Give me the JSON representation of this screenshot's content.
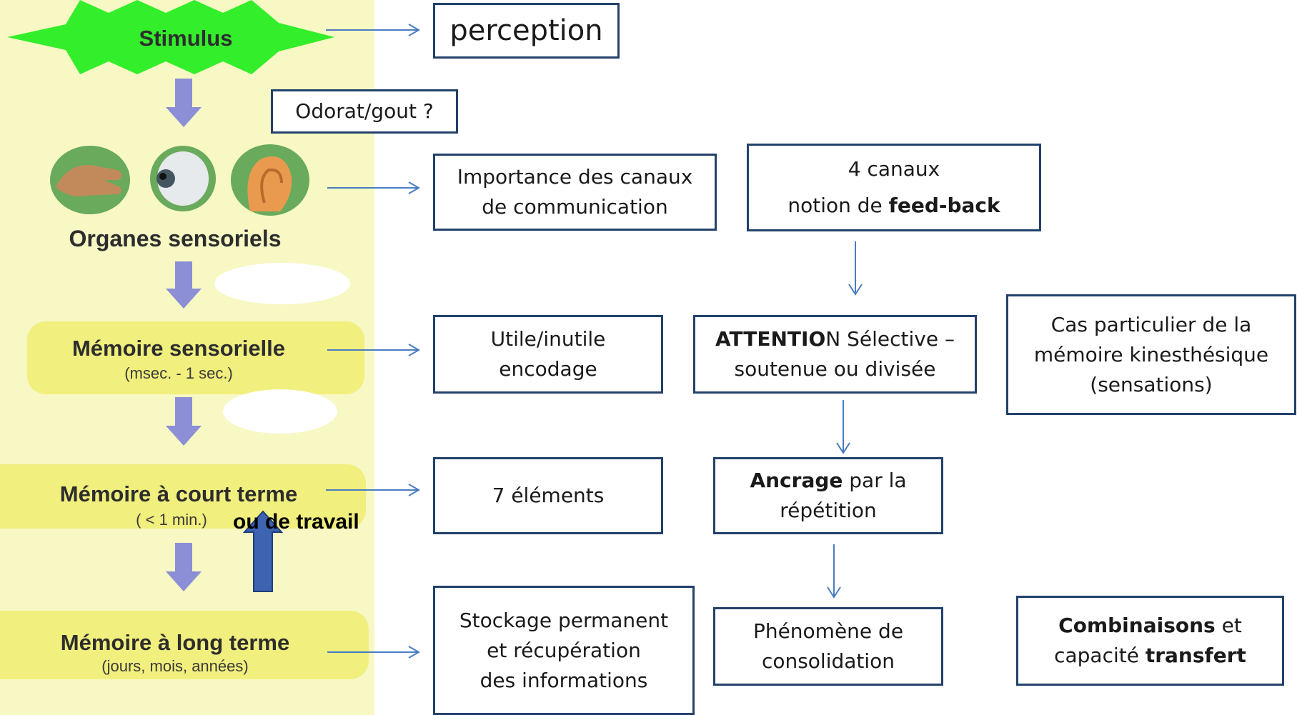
{
  "panel": {
    "stimulus": "Stimulus",
    "organs": "Organes sensoriels",
    "sensory_memory": {
      "title": "Mémoire sensorielle",
      "sub": "(msec. - 1 sec.)"
    },
    "short_term": {
      "title": "Mémoire à court terme",
      "sub": "( < 1 min.)",
      "extra": "ou de travail"
    },
    "long_term": {
      "title": "Mémoire à long terme",
      "sub": "(jours, mois, années)"
    }
  },
  "boxes": {
    "perception": "perception",
    "smell_taste": "Odorat/gout ?",
    "channels_importance": [
      "Importance des canaux",
      "de communication"
    ],
    "four_channels": {
      "line1": "4 canaux",
      "line2_pre": "notion de ",
      "line2_bold": "feed-back"
    },
    "useful": [
      "Utile/inutile",
      "encodage"
    ],
    "attention": {
      "bold": "ATTENTIO",
      "rest": "N Sélective –",
      "line2": "soutenue ou divisée"
    },
    "kinesthetic": [
      "Cas particulier de la",
      "mémoire kinesthésique",
      "(sensations)"
    ],
    "seven": "7 éléments",
    "anchoring": {
      "bold": "Ancrage",
      "rest": " par la",
      "line2": "répétition"
    },
    "storage": [
      "Stockage permanent",
      "et récupération",
      "des informations"
    ],
    "consolidation": [
      "Phénomène de",
      "consolidation"
    ],
    "combinations": {
      "bold1": "Combinaisons",
      "rest1": " et",
      "pre2": "capacité ",
      "bold2": "transfert"
    }
  },
  "icons": [
    "hand-icon",
    "eye-icon",
    "ear-icon",
    "star-burst-icon"
  ],
  "colors": {
    "panel_bg": "#f7f8c4",
    "panel_box": "#f1ef7d",
    "stimulus_star": "#33ee2a",
    "down_arrow": "#8c8ed6",
    "box_border": "#23416b",
    "connector": "#4a7cc0",
    "up_arrow": "#3e63b0"
  }
}
